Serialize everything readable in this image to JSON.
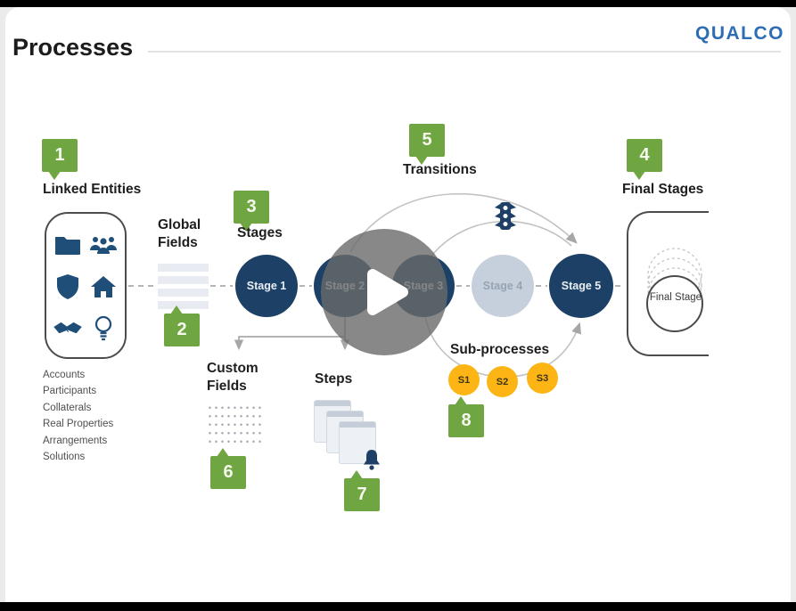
{
  "header": {
    "title": "Processes",
    "logo": "QUALCO"
  },
  "colors": {
    "badge_green": "#6fa641",
    "stage_navy": "#1d4166",
    "stage_light_fill": "#c6cfdc",
    "stage_light_text": "#98a3b3",
    "subprocess_yellow": "#fcb515",
    "icon_navy": "#1f4e79",
    "logo_blue": "#2e6db4"
  },
  "linked_entities": {
    "badge": "1",
    "title": "Linked Entities",
    "icons": [
      "folder-icon",
      "team-icon",
      "shield-icon",
      "home-icon",
      "handshake-icon",
      "lightbulb-icon"
    ],
    "list": [
      "Accounts",
      "Participants",
      "Collaterals",
      "Real Properties",
      "Arrangements",
      "Solutions"
    ]
  },
  "global_fields": {
    "badge": "2",
    "title": "Global Fields"
  },
  "stages": {
    "badge": "3",
    "title": "Stages",
    "items": [
      {
        "label": "Stage 1"
      },
      {
        "label": "Stage 2"
      },
      {
        "label": "Stage 3"
      },
      {
        "label": "Stage 4"
      },
      {
        "label": "Stage 5"
      }
    ]
  },
  "final_stages": {
    "badge": "4",
    "title": "Final Stages",
    "circle_label": "Final Stage"
  },
  "transitions": {
    "badge": "5",
    "title": "Transitions",
    "icon": "traffic-light-icon"
  },
  "custom_fields": {
    "badge": "6",
    "title": "Custom Fields"
  },
  "steps": {
    "badge": "7",
    "title": "Steps",
    "icon": "bell-icon"
  },
  "sub_processes": {
    "badge": "8",
    "title": "Sub-processes",
    "items": [
      "S1",
      "S2",
      "S3"
    ]
  },
  "video_overlay": {
    "control": "play"
  }
}
